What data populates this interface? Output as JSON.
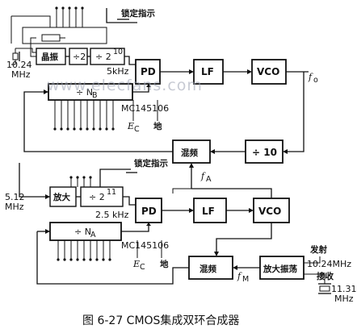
{
  "watermark": "www.elecfans.com",
  "caption": "图 6-27  CMOS集成双环合成器",
  "upper_loop": {
    "lock_indicator": "锁定指示",
    "crystal_label": "晶振",
    "div2": "÷2",
    "div2_10_base": "÷ 2",
    "div2_10_exp": "10",
    "ref_freq": "5kHz",
    "pd": "PD",
    "lf": "LF",
    "vco": "VCO",
    "fo_main": "f",
    "fo_sub": "o",
    "div_n_prefix": "÷ N",
    "div_n_sub": "B",
    "chip": "MC145106",
    "ec_main": "E",
    "ec_sub": "C",
    "ground": "地",
    "xtal_freq_1": "10.24",
    "xtal_freq_2": "MHz"
  },
  "middle": {
    "mixer": "混频",
    "plus10": "÷ 10",
    "fa_main": "f",
    "fa_sub": "A"
  },
  "lower_loop": {
    "lock_indicator": "锁定指示",
    "amp": "放大",
    "div2_11_base": "÷ 2",
    "div2_11_exp": "11",
    "ref_freq": "2.5 kHz",
    "pd": "PD",
    "lf": "LF",
    "vco": "VCO",
    "div_n_prefix": "÷ N",
    "div_n_sub": "A",
    "chip": "MC145106",
    "ec_main": "E",
    "ec_sub": "C",
    "ground": "地",
    "in_freq_1": "5.12",
    "in_freq_2": "MHz",
    "mixer": "混频",
    "fm_main": "f",
    "fm_sub": "M",
    "amp_osc": "放大振荡",
    "tx_label": "发射",
    "tx_freq": "10.24MHz",
    "rx_label": "接收",
    "rx_freq_1": "11.31",
    "rx_freq_2": "MHz"
  }
}
